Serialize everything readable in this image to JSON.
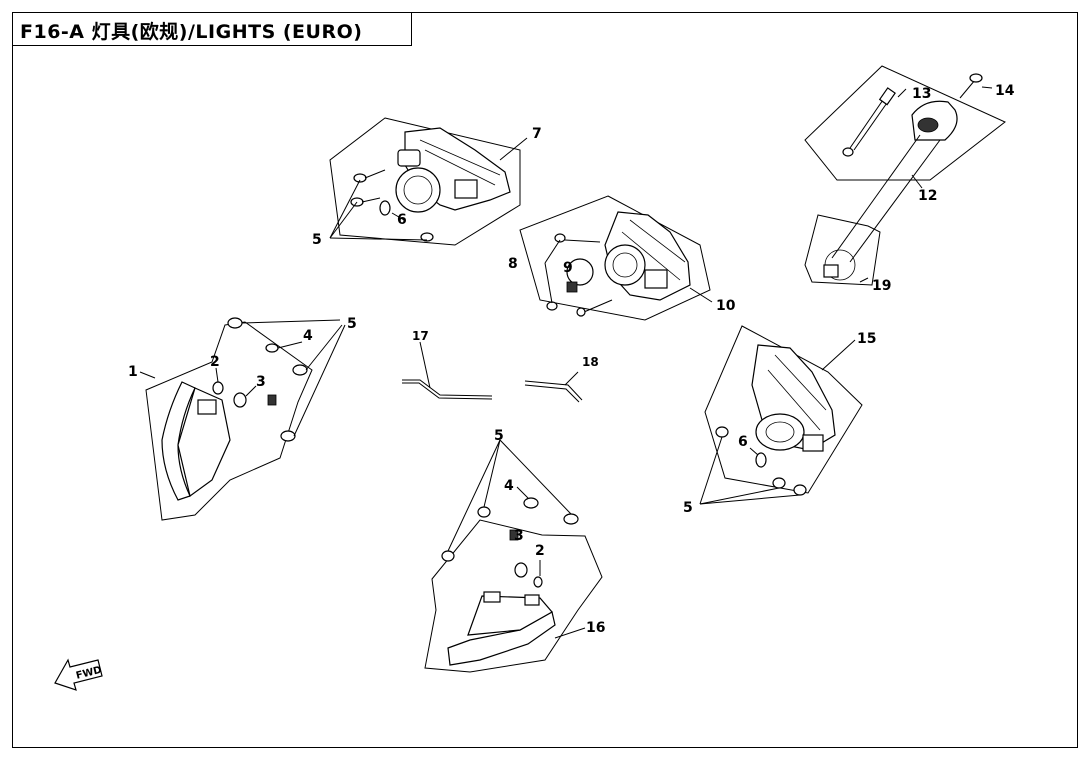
{
  "header": {
    "title": "F16-A 灯具(欧规)/LIGHTS (EURO)"
  },
  "fwd_label": "FWD",
  "callouts": {
    "c1": "1",
    "c2a": "2",
    "c2b": "2",
    "c3a": "3",
    "c3b": "3",
    "c4a": "4",
    "c4b": "4",
    "c5a": "5",
    "c5b": "5",
    "c5c": "5",
    "c5d": "5",
    "c6a": "6",
    "c6b": "6",
    "c7": "7",
    "c8": "8",
    "c9": "9",
    "c10": "10",
    "c12": "12",
    "c13": "13",
    "c14": "14",
    "c15": "15",
    "c16": "16",
    "c17": "17",
    "c18": "18",
    "c19": "19"
  }
}
